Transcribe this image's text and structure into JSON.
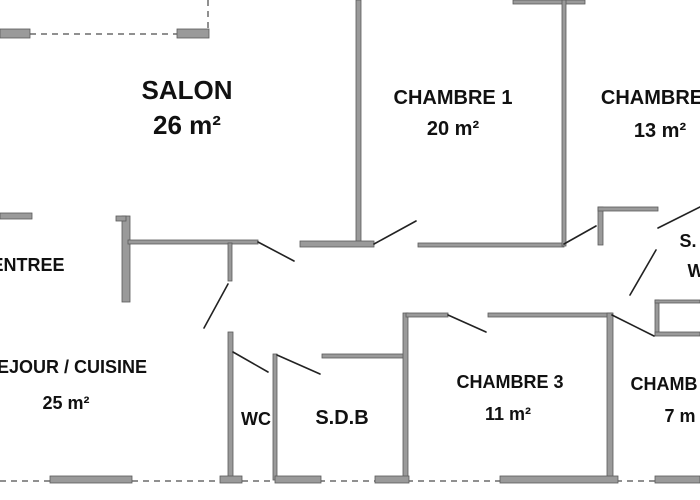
{
  "rooms": {
    "salon": {
      "name": "SALON",
      "area": "26 m²"
    },
    "chambre1": {
      "name": "CHAMBRE 1",
      "area": "20 m²"
    },
    "chambre2": {
      "name": "CHAMBRE",
      "area": "13 m²"
    },
    "entree": {
      "name": "ENTREE"
    },
    "sdb_wc_right": {
      "name": "S.",
      "sub": "W"
    },
    "sejour": {
      "name": "SEJOUR / CUISINE",
      "area": "25 m²"
    },
    "wc": {
      "name": "WC"
    },
    "sdb": {
      "name": "S.D.B"
    },
    "chambre3": {
      "name": "CHAMBRE 3",
      "area": "11 m²"
    },
    "chambre4": {
      "name": "CHAMB",
      "area": "7 m"
    }
  },
  "colors": {
    "wall_fill": "#9a9a9a",
    "wall_stroke": "#5a5a5a",
    "line": "#222222",
    "text": "#111111"
  }
}
